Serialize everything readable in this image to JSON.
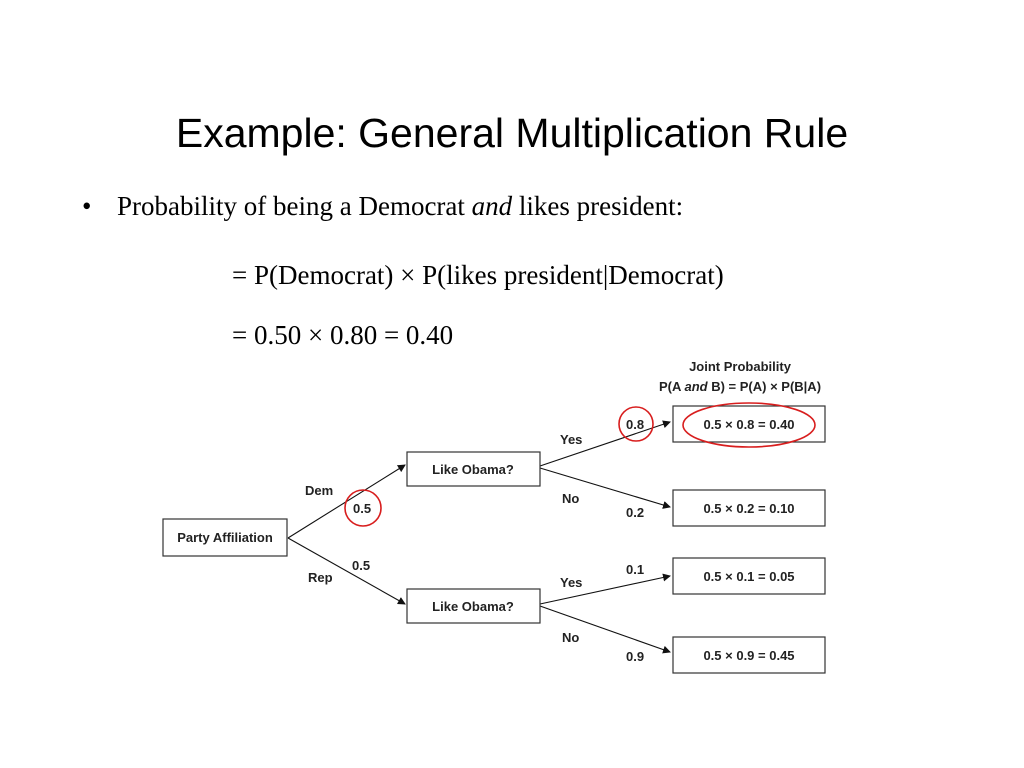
{
  "title": "Example: General Multiplication Rule",
  "bullet": {
    "symbol": "•",
    "text_before": "Probability of being a Democrat ",
    "text_emph": "and",
    "text_after": " likes president:"
  },
  "formula_line1": "= P(Democrat) × P(likes president|Democrat)",
  "formula_line2": "= 0.50 × 0.80 = 0.40",
  "diagram": {
    "header_line1": "Joint Probability",
    "header_line2_a": "P(A ",
    "header_line2_emph": "and",
    "header_line2_b": " B) = P(A) × P(B|A)",
    "root_label": "Party Affiliation",
    "node_dem_label": "Like Obama?",
    "node_rep_label": "Like Obama?",
    "edge_dem_label": "Dem",
    "edge_dem_prob": "0.5",
    "edge_rep_label": "Rep",
    "edge_rep_prob": "0.5",
    "dem_yes_label": "Yes",
    "dem_yes_prob": "0.8",
    "dem_no_label": "No",
    "dem_no_prob": "0.2",
    "rep_yes_label": "Yes",
    "rep_yes_prob": "0.1",
    "rep_no_label": "No",
    "rep_no_prob": "0.9",
    "joint_1": "0.5 × 0.8 = 0.40",
    "joint_2": "0.5 × 0.2 = 0.10",
    "joint_3": "0.5 × 0.1 = 0.05",
    "joint_4": "0.5 × 0.9 = 0.45",
    "highlight_color": "#d81e1e"
  }
}
